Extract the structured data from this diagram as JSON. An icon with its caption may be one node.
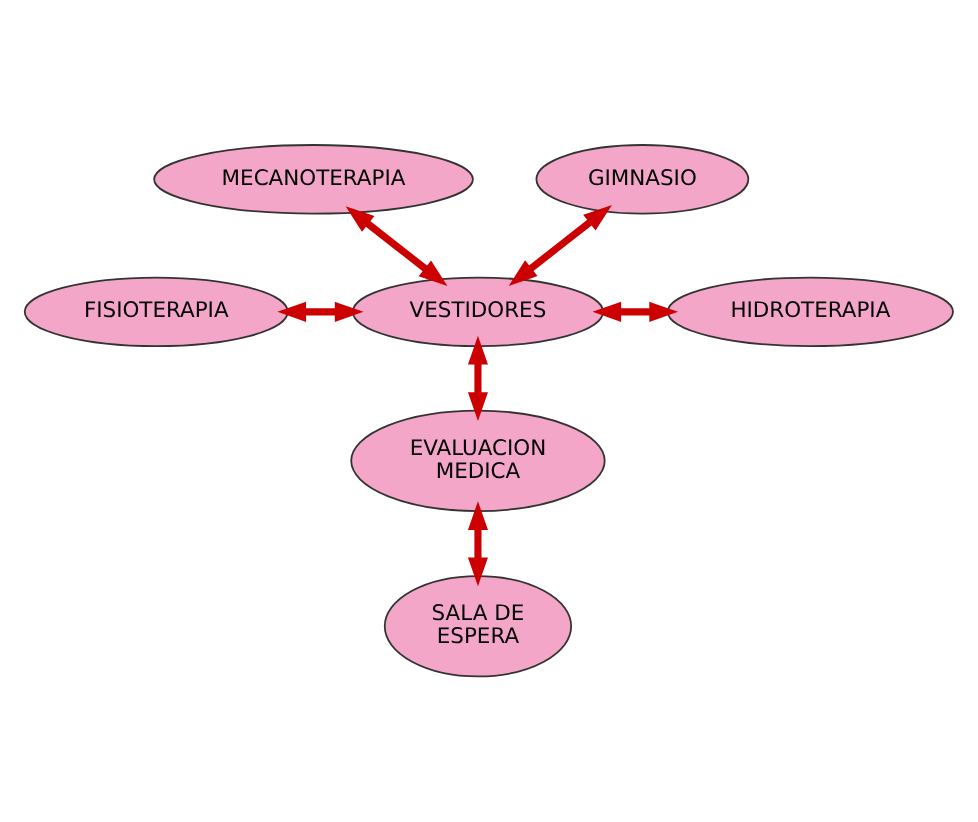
{
  "diagram": {
    "nodes": [
      {
        "text": [
          "MECANOTERAPIA"
        ]
      },
      {
        "text": [
          "GIMNASIO"
        ]
      },
      {
        "text": [
          "FISIOTERAPIA"
        ]
      },
      {
        "text": [
          "VESTIDORES"
        ]
      },
      {
        "text": [
          "HIDROTERAPIA"
        ]
      },
      {
        "text": [
          "EVALUACION MEDICA"
        ]
      },
      {
        "text": [
          "SALA DE ESPERA"
        ]
      }
    ],
    "edges": [
      {
        "from": 0,
        "to": 3,
        "arrow": "both"
      },
      {
        "from": 1,
        "to": 3,
        "arrow": "both"
      },
      {
        "from": 2,
        "to": 3,
        "arrow": "both"
      },
      {
        "from": 3,
        "to": 4,
        "arrow": "both"
      },
      {
        "from": 3,
        "to": 5,
        "arrow": "both"
      },
      {
        "from": 5,
        "to": 6,
        "arrow": "both"
      }
    ]
  }
}
